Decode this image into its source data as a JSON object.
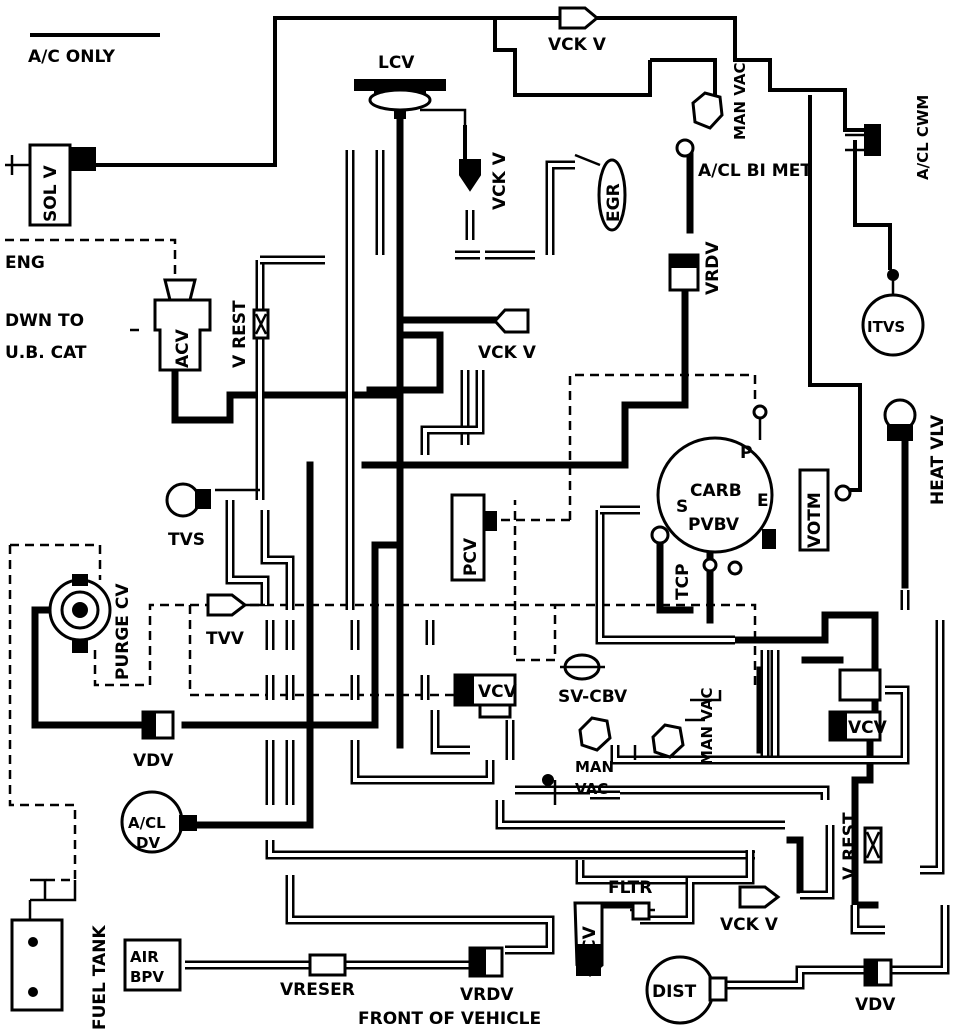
{
  "labels": {
    "ac_only": "A/C ONLY",
    "vckv_top": "VCK V",
    "lcv": "LCV",
    "sol_v": "SOL V",
    "vckv_lcv": "VCK V",
    "egr": "EGR",
    "man_vac_top": "MAN VAC",
    "acl_bimet": "A/CL BI MET",
    "acl_cwm": "A/CL CWM",
    "eng": "ENG",
    "dwn_to": "DWN TO",
    "ub_cat": "U.B. CAT",
    "acv": "ACV",
    "v_rest_left": "V REST",
    "vrdv_top": "VRDV",
    "vckv_mid": "VCK V",
    "itvs": "ITVS",
    "heat_vlv": "HEAT VLV",
    "carb": "CARB",
    "carb_p": "P",
    "carb_s": "S",
    "carb_e": "E",
    "carb_pvbv": "PVBV",
    "votm": "VOTM",
    "tvs": "TVS",
    "pcv": "PCV",
    "tcp": "TCP",
    "purge_cv": "PURGE CV",
    "tvv": "TVV",
    "vcv_center": "VCV",
    "sv_cbv": "SV-CBV",
    "vcv_right": "VCV",
    "man_vac_right": "MAN VAC",
    "man_vac_bottom": "MAN VAC",
    "vdv_left": "VDV",
    "acl_dv": "A/CL DV",
    "v_rest_right": "V REST",
    "fltr": "FLTR",
    "vcv_bottom": "VCV",
    "vckv_bottom": "VCK V",
    "fuel_tank": "FUEL TANK",
    "air_bpv": "AIR BPV",
    "vreser": "VRESER",
    "vrdv_bottom": "VRDV",
    "dist": "DIST",
    "vdv_right": "VDV",
    "front_of_vehicle": "FRONT OF VEHICLE"
  }
}
